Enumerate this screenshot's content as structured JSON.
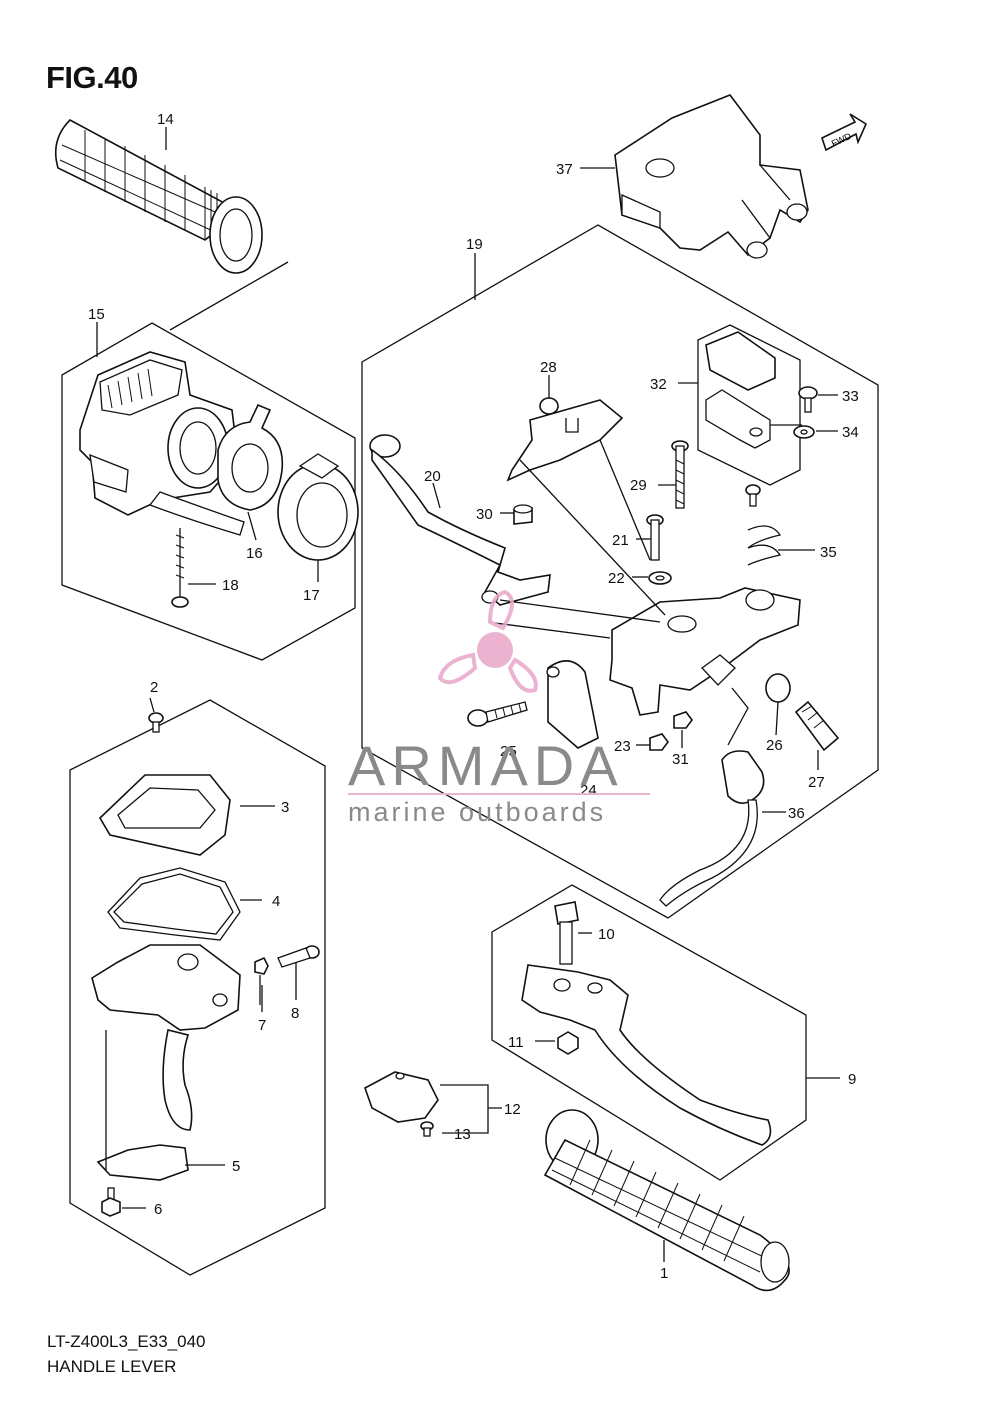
{
  "figure": {
    "title": "FIG.40",
    "model_code": "LT-Z400L3_E33_040",
    "name": "HANDLE LEVER",
    "direction_tag": "FWD"
  },
  "watermark": {
    "brand": "ARMADA",
    "tagline": "marine outboards",
    "colors": {
      "brand_pink": "#e8a6c8",
      "text_gray": "#8a8a8a"
    }
  },
  "callouts": [
    "1",
    "2",
    "3",
    "4",
    "5",
    "6",
    "7",
    "8",
    "9",
    "10",
    "11",
    "12",
    "13",
    "14",
    "15",
    "16",
    "17",
    "18",
    "19",
    "20",
    "21",
    "22",
    "23",
    "24",
    "25",
    "26",
    "27",
    "28",
    "29",
    "30",
    "31",
    "32",
    "33",
    "34",
    "35",
    "36",
    "37"
  ]
}
